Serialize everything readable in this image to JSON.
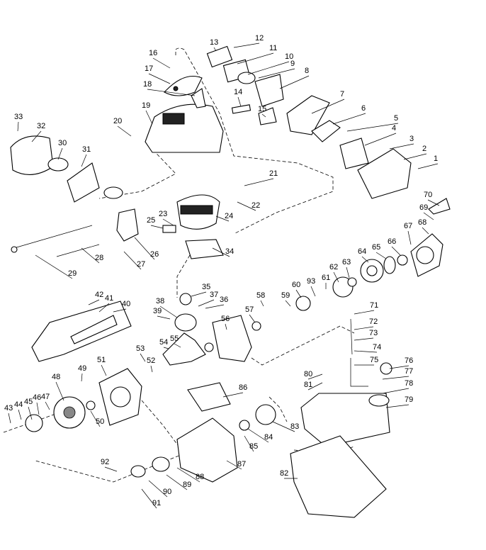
{
  "diagram": {
    "parts": [
      {
        "n": "1"
      },
      {
        "n": "2"
      },
      {
        "n": "3"
      },
      {
        "n": "4"
      },
      {
        "n": "5"
      },
      {
        "n": "6"
      },
      {
        "n": "7"
      },
      {
        "n": "8"
      },
      {
        "n": "9"
      },
      {
        "n": "10"
      },
      {
        "n": "11"
      },
      {
        "n": "12"
      },
      {
        "n": "13"
      },
      {
        "n": "14"
      },
      {
        "n": "15"
      },
      {
        "n": "16"
      },
      {
        "n": "17"
      },
      {
        "n": "18"
      },
      {
        "n": "19"
      },
      {
        "n": "20"
      },
      {
        "n": "21"
      },
      {
        "n": "22"
      },
      {
        "n": "23"
      },
      {
        "n": "24"
      },
      {
        "n": "25"
      },
      {
        "n": "26"
      },
      {
        "n": "27"
      },
      {
        "n": "28"
      },
      {
        "n": "29"
      },
      {
        "n": "30"
      },
      {
        "n": "31"
      },
      {
        "n": "32"
      },
      {
        "n": "33"
      },
      {
        "n": "34"
      },
      {
        "n": "35"
      },
      {
        "n": "36"
      },
      {
        "n": "37"
      },
      {
        "n": "38"
      },
      {
        "n": "39"
      },
      {
        "n": "40"
      },
      {
        "n": "41"
      },
      {
        "n": "42"
      },
      {
        "n": "43"
      },
      {
        "n": "44"
      },
      {
        "n": "45"
      },
      {
        "n": "46"
      },
      {
        "n": "47"
      },
      {
        "n": "48"
      },
      {
        "n": "49"
      },
      {
        "n": "50"
      },
      {
        "n": "51"
      },
      {
        "n": "52"
      },
      {
        "n": "53"
      },
      {
        "n": "54"
      },
      {
        "n": "55"
      },
      {
        "n": "56"
      },
      {
        "n": "57"
      },
      {
        "n": "58"
      },
      {
        "n": "59"
      },
      {
        "n": "60"
      },
      {
        "n": "61"
      },
      {
        "n": "62"
      },
      {
        "n": "63"
      },
      {
        "n": "64"
      },
      {
        "n": "65"
      },
      {
        "n": "66"
      },
      {
        "n": "67"
      },
      {
        "n": "68"
      },
      {
        "n": "69"
      },
      {
        "n": "70"
      },
      {
        "n": "71"
      },
      {
        "n": "72"
      },
      {
        "n": "73"
      },
      {
        "n": "74"
      },
      {
        "n": "75"
      },
      {
        "n": "76"
      },
      {
        "n": "77"
      },
      {
        "n": "78"
      },
      {
        "n": "79"
      },
      {
        "n": "80"
      },
      {
        "n": "81"
      },
      {
        "n": "82"
      },
      {
        "n": "83"
      },
      {
        "n": "84"
      },
      {
        "n": "85"
      },
      {
        "n": "86"
      },
      {
        "n": "87"
      },
      {
        "n": "88"
      },
      {
        "n": "89"
      },
      {
        "n": "90"
      },
      {
        "n": "91"
      },
      {
        "n": "92"
      },
      {
        "n": "93"
      }
    ]
  }
}
